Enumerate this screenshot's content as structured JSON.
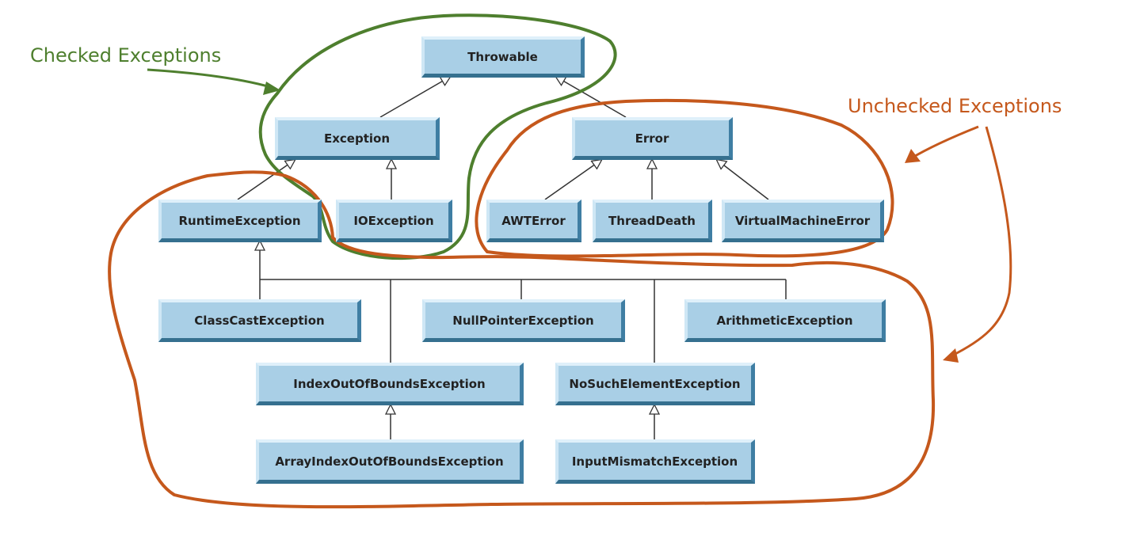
{
  "nodes": {
    "throwable": "Throwable",
    "exception": "Exception",
    "error": "Error",
    "runtime_exception": "RuntimeException",
    "io_exception": "IOException",
    "awt_error": "AWTError",
    "thread_death": "ThreadDeath",
    "virtual_machine_error": "VirtualMachineError",
    "class_cast_exception": "ClassCastException",
    "null_pointer_exception": "NullPointerException",
    "arithmetic_exception": "ArithmeticException",
    "index_out_of_bounds_exception": "IndexOutOfBoundsException",
    "no_such_element_exception": "NoSuchElementException",
    "array_index_out_of_bounds_exception": "ArrayIndexOutOfBoundsException",
    "input_mismatch_exception": "InputMismatchException"
  },
  "annotations": {
    "checked": "Checked Exceptions",
    "unchecked": "Unchecked Exceptions"
  },
  "colors": {
    "checked": "#4e7f2e",
    "unchecked": "#c5581c",
    "node_fill": "#a9cfe6",
    "connector": "#333333",
    "title": "#1f6fb5"
  }
}
